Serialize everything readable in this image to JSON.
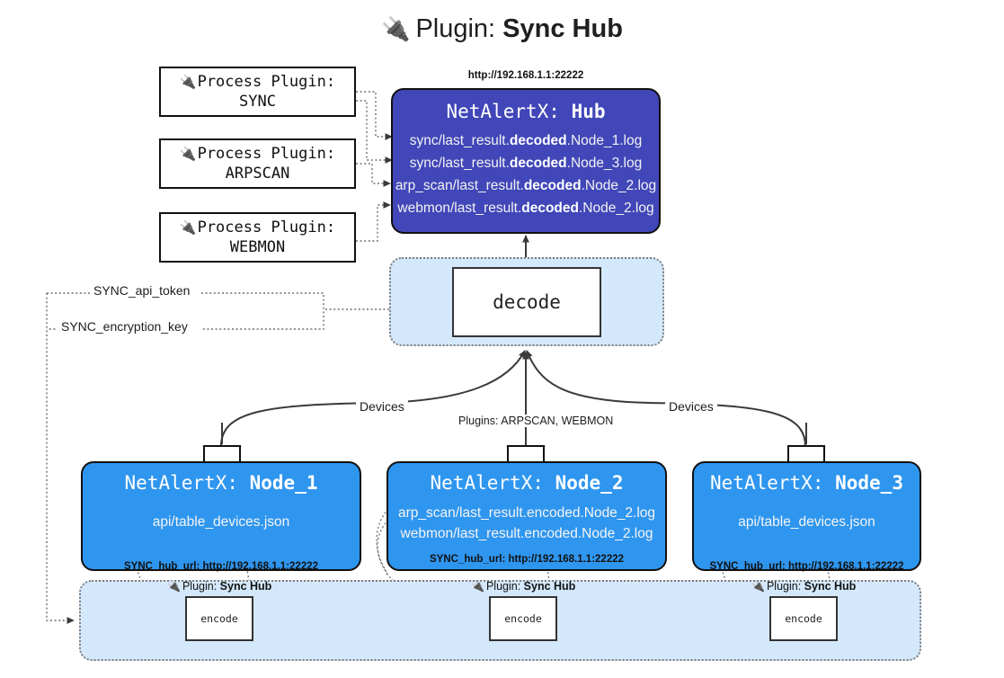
{
  "title": {
    "icon": "plug-icon",
    "glyph": "🔌",
    "prefix": "Plugin: ",
    "name": "Sync Hub"
  },
  "colors": {
    "hub_fill": "#4147b8",
    "node_fill": "#2f96ef",
    "container_fill": "#d4e8fb",
    "border": "#111111",
    "dotted": "#7d7d7d"
  },
  "process_plugins": [
    {
      "glyph": "🔌",
      "line1": "Process Plugin:",
      "line2": "SYNC"
    },
    {
      "glyph": "🔌",
      "line1": "Process Plugin:",
      "line2": "ARPSCAN"
    },
    {
      "glyph": "🔌",
      "line1": "Process Plugin:",
      "line2": "WEBMON"
    }
  ],
  "hub": {
    "url": "http://192.168.1.1:22222",
    "title_prefix": "NetAlertX: ",
    "title_name": "Hub",
    "logs": [
      {
        "pre": "sync/last_result.",
        "em": "decoded",
        "post": ".Node_1.log"
      },
      {
        "pre": "sync/last_result.",
        "em": "decoded",
        "post": ".Node_3.log"
      },
      {
        "pre": "arp_scan/last_result.",
        "em": "decoded",
        "post": ".Node_2.log"
      },
      {
        "pre": "webmon/last_result.",
        "em": "decoded",
        "post": ".Node_2.log"
      }
    ]
  },
  "decode": {
    "label": "decode"
  },
  "settings": [
    {
      "label": "SYNC_api_token"
    },
    {
      "label": "SYNC_encryption_key"
    }
  ],
  "edge_labels": {
    "devices_left": "Devices",
    "devices_right": "Devices",
    "plugins_center": "Plugins: ARPSCAN, WEBMON"
  },
  "nodes": [
    {
      "title_prefix": "NetAlertX: ",
      "title_name": "Node_1",
      "lines": [
        "api/table_devices.json"
      ],
      "footer": "SYNC_hub_url: http://192.168.1.1:22222",
      "envelope": "envelope-icon"
    },
    {
      "title_prefix": "NetAlertX: ",
      "title_name": "Node_2",
      "lines": [
        "arp_scan/last_result.encoded.Node_2.log",
        "webmon/last_result.encoded.Node_2.log"
      ],
      "footer": "SYNC_hub_url: http://192.168.1.1:22222",
      "envelope": "envelope-icon"
    },
    {
      "title_prefix": "NetAlertX: ",
      "title_name": "Node_3",
      "lines": [
        "api/table_devices.json"
      ],
      "footer": "SYNC_hub_url: http://192.168.1.1:22222",
      "envelope": "envelope-icon"
    }
  ],
  "encoders": [
    {
      "glyph": "🔌",
      "caption_prefix": "Plugin: ",
      "caption_name": "Sync Hub",
      "label": "encode"
    },
    {
      "glyph": "🔌",
      "caption_prefix": "Plugin: ",
      "caption_name": "Sync Hub",
      "label": "encode"
    },
    {
      "glyph": "🔌",
      "caption_prefix": "Plugin: ",
      "caption_name": "Sync Hub",
      "label": "encode"
    }
  ]
}
